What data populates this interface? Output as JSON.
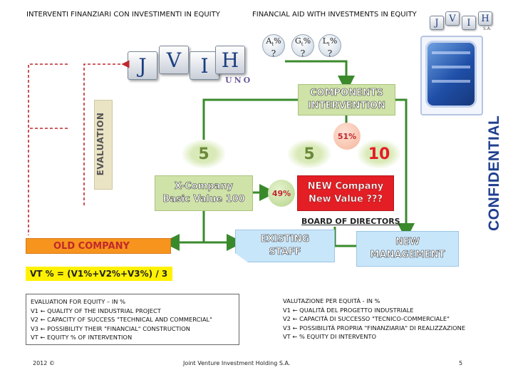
{
  "header": {
    "left_title": "INTERVENTI FINANZIARI CON INVESTIMENTI IN EQUITY",
    "center_title": "FINANCIAL AID WITH INVESTMENTS IN EQUITY"
  },
  "logo": {
    "letters": [
      "J",
      "V",
      "I",
      "H"
    ],
    "sub": "UNO",
    "small_sub": "S.A."
  },
  "params": [
    {
      "label": "A",
      "sub": "t",
      "suffix": "%",
      "value": "?"
    },
    {
      "label": "G",
      "sub": "t",
      "suffix": "%",
      "value": "?"
    },
    {
      "label": "L",
      "sub": "t",
      "suffix": "%",
      "value": "?"
    }
  ],
  "side_labels": {
    "evaluation": "EVALUATION",
    "confidential": "CONFIDENTIAL"
  },
  "diagram": {
    "components": "COMPONENTS\nINTERVENTION",
    "x_company_value": "5",
    "x_company": "X-Company\nBasic Value 100",
    "new_company_left_value": "5",
    "new_company_right_value": "10",
    "pct_51": "51%",
    "pct_49": "49%",
    "new_company": "NEW Company\nNew Value ???",
    "board": "BOARD OF DIRECTORS",
    "old_company": "OLD  COMPANY",
    "existing_staff": "EXISTING\nSTAFF",
    "new_management": "NEW\nMANAGEMENT",
    "formula": "VT % = (V1%+V2%+V3%) / 3"
  },
  "notes": {
    "english": [
      "EVALUATION FOR EQUITY – IN %",
      "V1 ← QUALITY OF THE INDUSTRIAL PROJECT",
      "V2 ← CAPACITY OF SUCCESS \"TECHNICAL AND COMMERCIAL\"",
      "V3 ← POSSIBILITY THEIR \"FINANCIAL\" CONSTRUCTION",
      "VT ← EQUITY % OF INTERVENTION"
    ],
    "italian": [
      "VALUTAZIONE PER EQUITÀ - IN %",
      "V1 ← QUALITÀ DEL PROGETTO INDUSTRIALE",
      "V2 ← CAPACITÀ  DI SUCCESSO \"TECNICO-COMMERCIALE\"",
      "V3 ← POSSIBILITÀ PROPRIA  \"FINANZIARIA\" DI REALIZZAZIONE",
      "VT ← % EQUITY DI INTERVENTO"
    ]
  },
  "footer": {
    "year": "2012 ©",
    "company": "Joint Venture Investment Holding S.A.",
    "page": "5"
  },
  "colors": {
    "green_arrow": "#3a8a2c",
    "red_dashed": "#c0282d",
    "x_company_fill": "#cfe3a8",
    "new_company_fill": "#e31e24",
    "orange_box": "#f7941d",
    "yellow_band": "#fff200",
    "staff_fill": "#c8e6fa",
    "confidential_blue": "#1f3f8f"
  }
}
